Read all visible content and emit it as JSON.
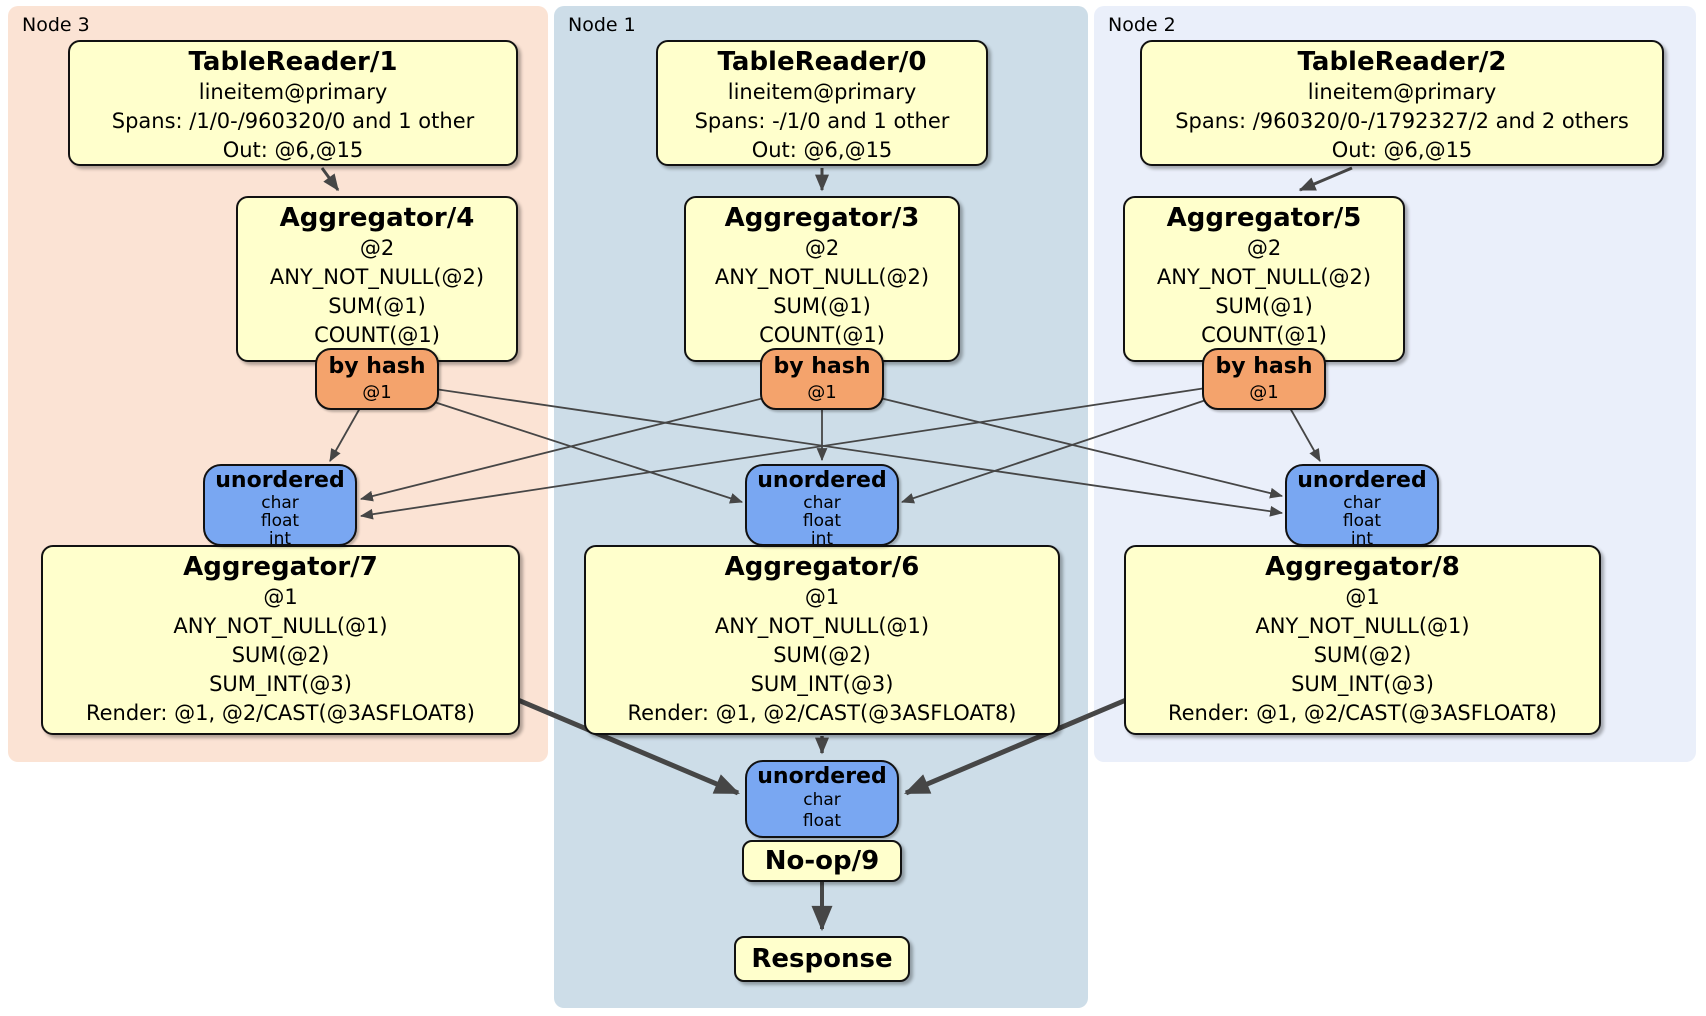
{
  "regions": [
    {
      "id": "node3",
      "label": "Node 3",
      "color": "#fbe3d4"
    },
    {
      "id": "node1",
      "label": "Node 1",
      "color": "#cddde8"
    },
    {
      "id": "node2",
      "label": "Node 2",
      "color": "#eaeffa"
    }
  ],
  "colors": {
    "processor_fill": "#ffffcc",
    "router_fill": "#f4a36c",
    "sync_fill": "#79a7f2",
    "edge": "#464646"
  },
  "processors": {
    "tr1": {
      "title": "TableReader/1",
      "lines": [
        "lineitem@primary",
        "Spans: /1/0-/960320/0 and 1 other",
        "Out: @6,@15"
      ]
    },
    "tr0": {
      "title": "TableReader/0",
      "lines": [
        "lineitem@primary",
        "Spans: -/1/0 and 1 other",
        "Out: @6,@15"
      ]
    },
    "tr2": {
      "title": "TableReader/2",
      "lines": [
        "lineitem@primary",
        "Spans: /960320/0-/1792327/2 and 2 others",
        "Out: @6,@15"
      ]
    },
    "agg4": {
      "title": "Aggregator/4",
      "lines": [
        "@2",
        "ANY_NOT_NULL(@2)",
        "SUM(@1)",
        "COUNT(@1)"
      ]
    },
    "agg3": {
      "title": "Aggregator/3",
      "lines": [
        "@2",
        "ANY_NOT_NULL(@2)",
        "SUM(@1)",
        "COUNT(@1)"
      ]
    },
    "agg5": {
      "title": "Aggregator/5",
      "lines": [
        "@2",
        "ANY_NOT_NULL(@2)",
        "SUM(@1)",
        "COUNT(@1)"
      ]
    },
    "agg7": {
      "title": "Aggregator/7",
      "lines": [
        "@1",
        "ANY_NOT_NULL(@1)",
        "SUM(@2)",
        "SUM_INT(@3)",
        "Render: @1, @2/CAST(@3ASFLOAT8)"
      ]
    },
    "agg6": {
      "title": "Aggregator/6",
      "lines": [
        "@1",
        "ANY_NOT_NULL(@1)",
        "SUM(@2)",
        "SUM_INT(@3)",
        "Render: @1, @2/CAST(@3ASFLOAT8)"
      ]
    },
    "agg8": {
      "title": "Aggregator/8",
      "lines": [
        "@1",
        "ANY_NOT_NULL(@1)",
        "SUM(@2)",
        "SUM_INT(@3)",
        "Render: @1, @2/CAST(@3ASFLOAT8)"
      ]
    },
    "noop": {
      "title": "No-op/9"
    },
    "response": {
      "title": "Response"
    }
  },
  "routers": {
    "r4": {
      "label": "by hash",
      "key": "@1"
    },
    "r3": {
      "label": "by hash",
      "key": "@1"
    },
    "r5": {
      "label": "by hash",
      "key": "@1"
    }
  },
  "syncs": {
    "left": {
      "label": "unordered",
      "lines": [
        "char",
        "float",
        "int"
      ]
    },
    "mid": {
      "label": "unordered",
      "lines": [
        "char",
        "float",
        "int"
      ]
    },
    "right": {
      "label": "unordered",
      "lines": [
        "char",
        "float",
        "int"
      ]
    },
    "final": {
      "label": "unordered",
      "lines": [
        "char",
        "float"
      ]
    }
  },
  "edges": [
    {
      "from": "TableReader/1",
      "to": "Aggregator/4"
    },
    {
      "from": "TableReader/0",
      "to": "Aggregator/3"
    },
    {
      "from": "TableReader/2",
      "to": "Aggregator/5"
    },
    {
      "from": "by-hash-router-4",
      "to": "unordered-sync-left"
    },
    {
      "from": "by-hash-router-4",
      "to": "unordered-sync-mid"
    },
    {
      "from": "by-hash-router-4",
      "to": "unordered-sync-right"
    },
    {
      "from": "by-hash-router-3",
      "to": "unordered-sync-left"
    },
    {
      "from": "by-hash-router-3",
      "to": "unordered-sync-mid"
    },
    {
      "from": "by-hash-router-3",
      "to": "unordered-sync-right"
    },
    {
      "from": "by-hash-router-5",
      "to": "unordered-sync-left"
    },
    {
      "from": "by-hash-router-5",
      "to": "unordered-sync-mid"
    },
    {
      "from": "by-hash-router-5",
      "to": "unordered-sync-right"
    },
    {
      "from": "Aggregator/7",
      "to": "unordered-sync-final"
    },
    {
      "from": "Aggregator/6",
      "to": "unordered-sync-final"
    },
    {
      "from": "Aggregator/8",
      "to": "unordered-sync-final"
    },
    {
      "from": "No-op/9",
      "to": "Response"
    }
  ]
}
